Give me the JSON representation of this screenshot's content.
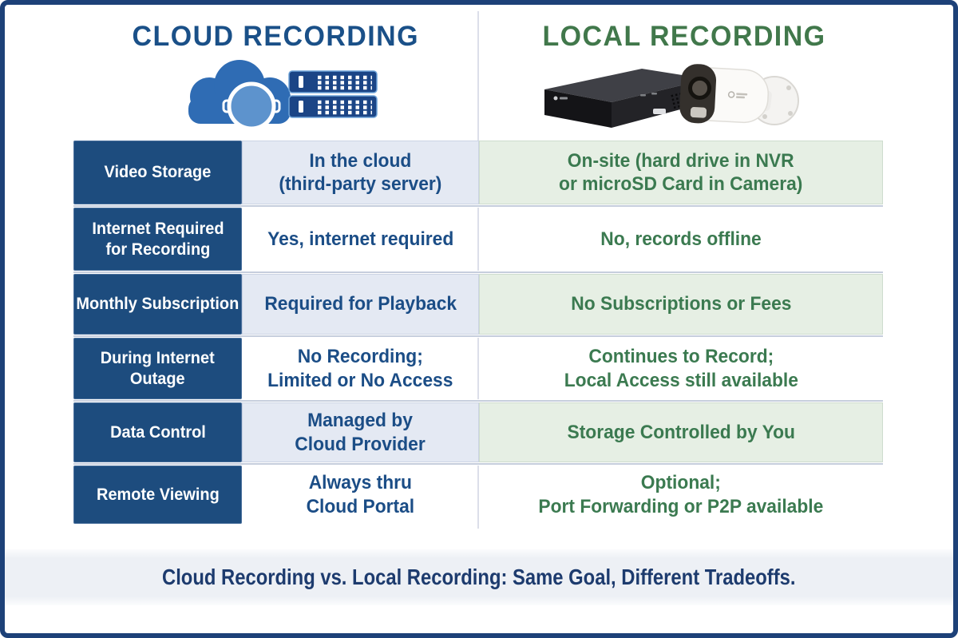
{
  "header": {
    "cloud_title": "CLOUD RECORDING",
    "local_title": "LOCAL RECORDING"
  },
  "icons": {
    "cloud": "cloud-with-server-racks",
    "local": "nvr-and-bullet-camera"
  },
  "table": {
    "rows": [
      {
        "label": "Video Storage",
        "cloud": "In the cloud\n(third-party server)",
        "local": "On-site (hard drive in NVR\nor microSD Card in Camera)"
      },
      {
        "label": "Internet Required\nfor Recording",
        "cloud": "Yes, internet required",
        "local": "No, records offline"
      },
      {
        "label": "Monthly Subscription",
        "cloud": "Required for Playback",
        "local": "No Subscriptions or Fees"
      },
      {
        "label": "During Internet\nOutage",
        "cloud": "No Recording;\nLimited or No Access",
        "local": "Continues to Record;\nLocal Access still available"
      },
      {
        "label": "Data Control",
        "cloud": "Managed by\nCloud Provider",
        "local": "Storage Controlled by You"
      },
      {
        "label": "Remote Viewing",
        "cloud": "Always thru\nCloud Portal",
        "local": "Optional;\nPort Forwarding or P2P available"
      }
    ]
  },
  "footer": {
    "tagline": "Cloud Recording vs. Local Recording: Same Goal, Different Tradeoffs."
  },
  "colors": {
    "cloud_accent": "#1a5088",
    "local_accent": "#41784b",
    "label_bg": "#1d4c7e",
    "cloud_cell_bg": "#e4e9f3",
    "local_cell_bg": "#e6efe4",
    "card_border": "#1d4178"
  }
}
